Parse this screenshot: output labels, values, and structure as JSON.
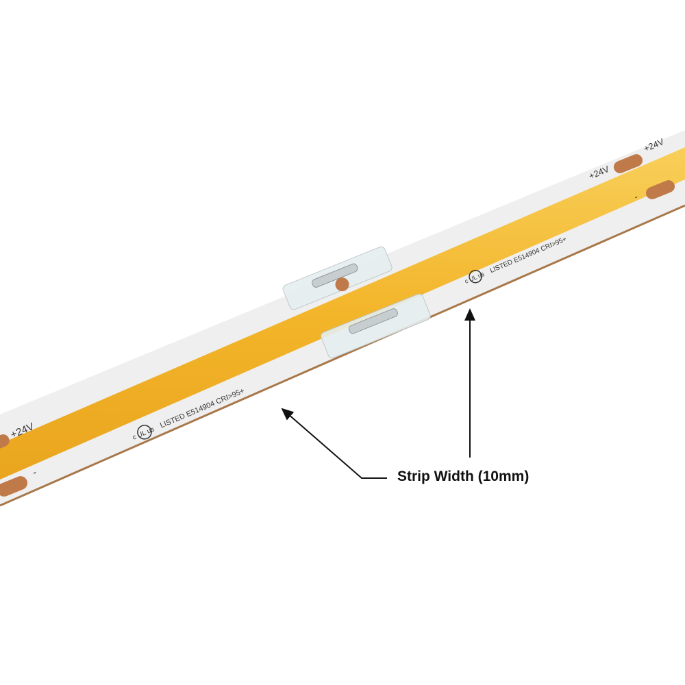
{
  "strip": {
    "voltage_label": "+24V",
    "negative_label": "-",
    "ul_mark": "c UL us",
    "listing_text": "LISTED E514904 CRI>95+",
    "colors": {
      "phosphor": "#f5b830",
      "pcb": "#eeeeee",
      "copper": "#c07a4a",
      "edge": "#a8784a"
    }
  },
  "annotation": {
    "label": "Strip Width (10mm)",
    "arrow_color": "#111111"
  }
}
